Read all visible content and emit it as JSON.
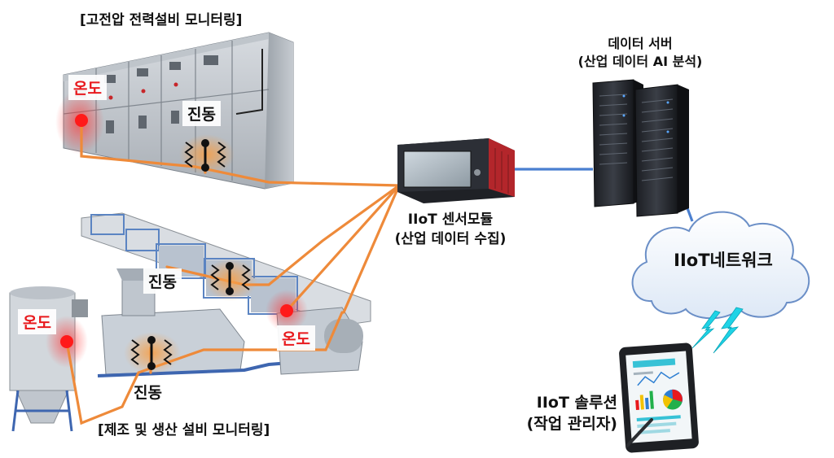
{
  "titles": {
    "hv_monitoring": "[고전압 전력설비 모니터링]",
    "mfg_monitoring": "[제조 및 생산 설비 모니터링]"
  },
  "server": {
    "line1": "데이터 서버",
    "line2": "(산업 데이터 AI 분석)"
  },
  "sensor_module": {
    "line1": "IIoT 센서모듈",
    "line2": "(산업 데이터 수집)"
  },
  "network": {
    "label": "IIoT네트워크"
  },
  "solution": {
    "line1": "IIoT 솔루션",
    "line2": "(작업 관리자)"
  },
  "tags": {
    "temp": "온도",
    "vib": "진동"
  },
  "colors": {
    "wire": "#ee8a3a",
    "net_link": "#4a7fd0",
    "sensor_red": "#ff1a1a",
    "vib_glow": "#f7a04a",
    "temp_text": "#e8191d",
    "lightning": "#1fd3e6"
  }
}
